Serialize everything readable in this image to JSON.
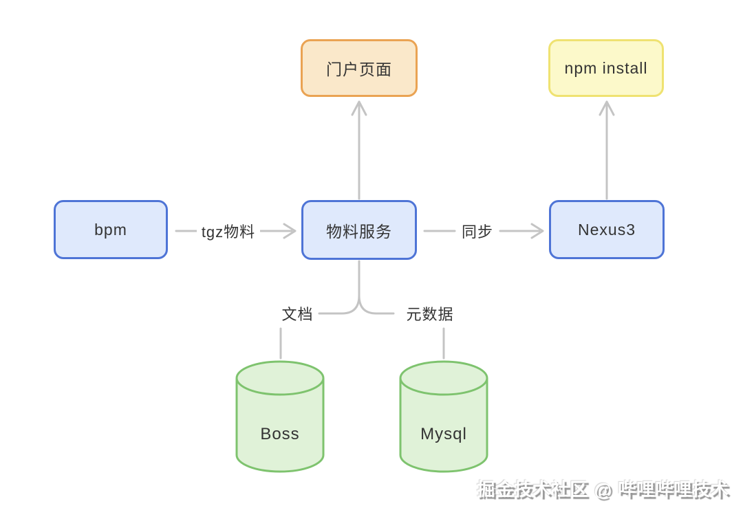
{
  "diagram": {
    "title": "",
    "line_color": "#c4c4c4",
    "text_color": "#333333",
    "nodes": {
      "portal": {
        "label": "门户页面",
        "shape": "rounded-rect",
        "fill": "#fae8ca",
        "border": "#eaa353"
      },
      "npm_install": {
        "label": "npm install",
        "shape": "rounded-rect",
        "fill": "#fcf9ca",
        "border": "#efe271"
      },
      "bpm": {
        "label": "bpm",
        "shape": "rounded-rect",
        "fill": "#dfe9fc",
        "border": "#4e74d6"
      },
      "material_service": {
        "label": "物料服务",
        "shape": "rounded-rect",
        "fill": "#dfe9fc",
        "border": "#4e74d6"
      },
      "nexus3": {
        "label": "Nexus3",
        "shape": "rounded-rect",
        "fill": "#dfe9fc",
        "border": "#4e74d6"
      },
      "boss_db": {
        "label": "Boss",
        "shape": "cylinder",
        "fill": "#e0f2d8",
        "border": "#7ec36e"
      },
      "mysql_db": {
        "label": "Mysql",
        "shape": "cylinder",
        "fill": "#e0f2d8",
        "border": "#7ec36e"
      }
    },
    "edges": [
      {
        "from": "bpm",
        "to": "material_service",
        "label": "tgz物料",
        "direction": "right",
        "arrowhead": true
      },
      {
        "from": "material_service",
        "to": "nexus3",
        "label": "同步",
        "direction": "right",
        "arrowhead": true
      },
      {
        "from": "material_service",
        "to": "portal",
        "label": "",
        "direction": "up",
        "arrowhead": true
      },
      {
        "from": "nexus3",
        "to": "npm_install",
        "label": "",
        "direction": "up",
        "arrowhead": true
      },
      {
        "from": "material_service",
        "to": "boss_db",
        "label": "文档",
        "direction": "down",
        "arrowhead": false
      },
      {
        "from": "material_service",
        "to": "mysql_db",
        "label": "元数据",
        "direction": "down",
        "arrowhead": false
      }
    ]
  },
  "watermark": {
    "text": "掘金技术社区 @ 哔哩哔哩技术"
  }
}
